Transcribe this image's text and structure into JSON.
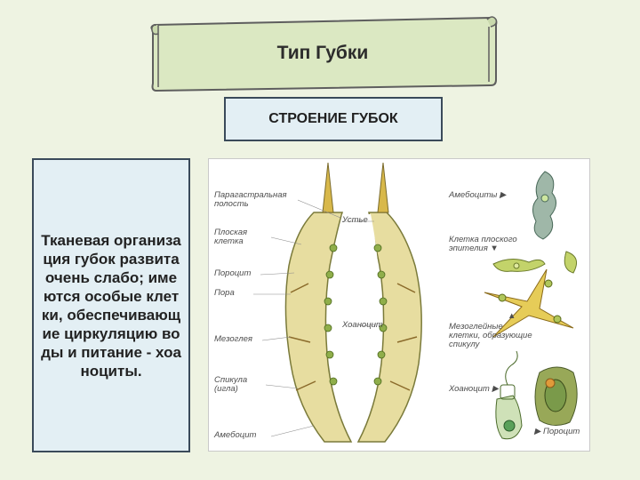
{
  "banner": {
    "title": "Тип Губки"
  },
  "subtitle": "СТРОЕНИЕ ГУБОК",
  "body_text": "Тканевая организация губок развита очень слабо; имеются особые клетки, обеспечивающие циркуляцию воды и питание - хоаноциты.",
  "figure": {
    "labels": {
      "paragastral_1": "Парагастральная",
      "paragastral_2": "полость",
      "osculum": "Устье",
      "flat_cell_1": "Плоская",
      "flat_cell_2": "клетка",
      "porocyte": "Пороцит",
      "pore": "Пора",
      "choanocyte": "Хоаноцит",
      "mesoglea": "Мезоглея",
      "spicule_1": "Спикула",
      "spicule_2": "(игла)",
      "amoebocyte": "Амебоцит",
      "amoebocytes": "Амебоциты ▶",
      "epithelium_1": "Клетка плоского",
      "epithelium_2": "эпителия     ▼",
      "mesogleal_1": "▲",
      "mesogleal_2": "Мезоглейные",
      "mesogleal_3": "клетки, образующие",
      "mesogleal_4": "спикулу",
      "choanocyte_r": "Хоаноцит ▶",
      "porocyte_r": "▶ Пороцит"
    }
  }
}
